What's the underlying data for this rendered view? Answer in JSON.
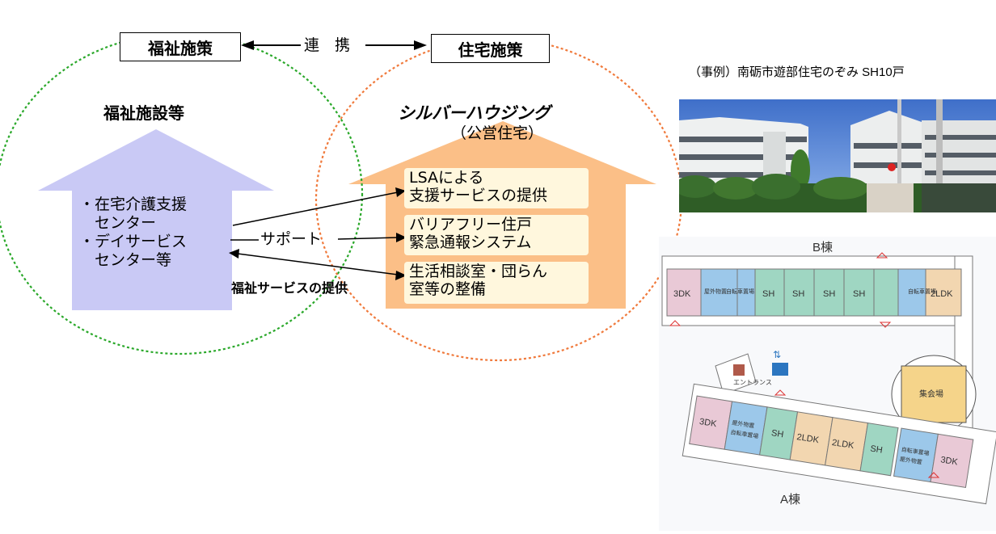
{
  "top": {
    "welfare_policy": "福祉施策",
    "housing_policy": "住宅施策",
    "link_label": "連　携"
  },
  "left": {
    "heading": "福祉施設等",
    "items": [
      "・在宅介護支援",
      "　センター",
      "・デイサービス",
      "　センター等"
    ]
  },
  "middle": {
    "support_label": "サポート",
    "welfare_service_label": "福祉サービスの提供"
  },
  "right": {
    "heading": "シルバーハウジング",
    "subheading": "（公営住宅）",
    "boxes": [
      {
        "line1": "LSAによる",
        "line2": "支援サービスの提供"
      },
      {
        "line1": "バリアフリー住戸",
        "line2": "緊急通報システム"
      },
      {
        "line1": "生活相談室・団らん",
        "line2": "室等の整備"
      }
    ]
  },
  "example": {
    "caption": "（事例）南砺市遊部住宅のぞみ SH10戸"
  },
  "floorplan": {
    "building_b": "B棟",
    "building_a": "A棟",
    "entrance": "エントランス",
    "hall": "集会場",
    "units_b": [
      "3DK",
      "屋外物置",
      "自転車置場",
      "SH",
      "SH",
      "SH",
      "SH",
      "自転車置場",
      "2LDK"
    ],
    "units_a": [
      "3DK",
      "屋外物置",
      "自転車置場",
      "SH",
      "2LDK",
      "2LDK",
      "SH",
      "自転車置場",
      "屋外物置",
      "3DK"
    ]
  },
  "colors": {
    "welfare_circle": "#2aa82a",
    "housing_circle": "#f07a3c",
    "welfare_house": "#c9c9f5",
    "housing_house": "#fbbf87",
    "box_fill": "#fff7dd",
    "sh_unit": "#9fd6c2",
    "dk_unit_pink": "#e9c9d6",
    "ldk_unit": "#f2d6b0",
    "storage_unit": "#9cc8ea",
    "hall_fill": "#f5d48a"
  }
}
